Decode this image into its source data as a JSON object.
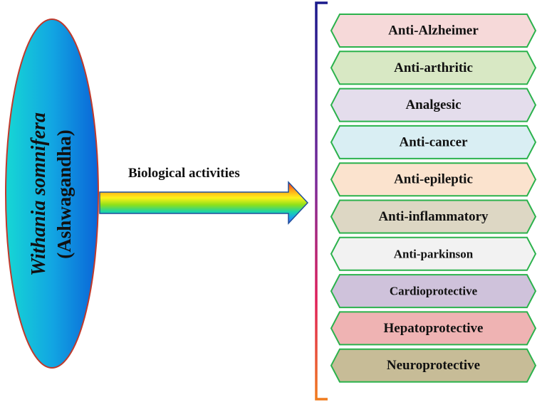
{
  "plant": {
    "name": "Withania somnifera",
    "common_name": "(Ashwagandha)"
  },
  "arrow_label": "Biological activities",
  "activities": [
    {
      "label": "Anti-Alzheimer",
      "fill": "#F6D9D9"
    },
    {
      "label": "Anti-arthritic",
      "fill": "#D8E8C4"
    },
    {
      "label": "Analgesic",
      "fill": "#E4DDEC"
    },
    {
      "label": "Anti-cancer",
      "fill": "#D9EEF3"
    },
    {
      "label": "Anti-epileptic",
      "fill": "#FBE3CE"
    },
    {
      "label": "Anti-inflammatory",
      "fill": "#DDD7C4"
    },
    {
      "label": "Anti-parkinson",
      "fill": "#F2F2F2"
    },
    {
      "label": "Cardioprotective",
      "fill": "#CFC2DB"
    },
    {
      "label": "Hepatoprotective",
      "fill": "#EFB3B3"
    },
    {
      "label": "Neuroprotective",
      "fill": "#C7BC97"
    }
  ],
  "colors": {
    "hex_border": "#2BB24C",
    "oval_outline": "#C0392B",
    "bracket_top": "#1A1A8C",
    "bracket_bottom": "#F07C1E"
  }
}
